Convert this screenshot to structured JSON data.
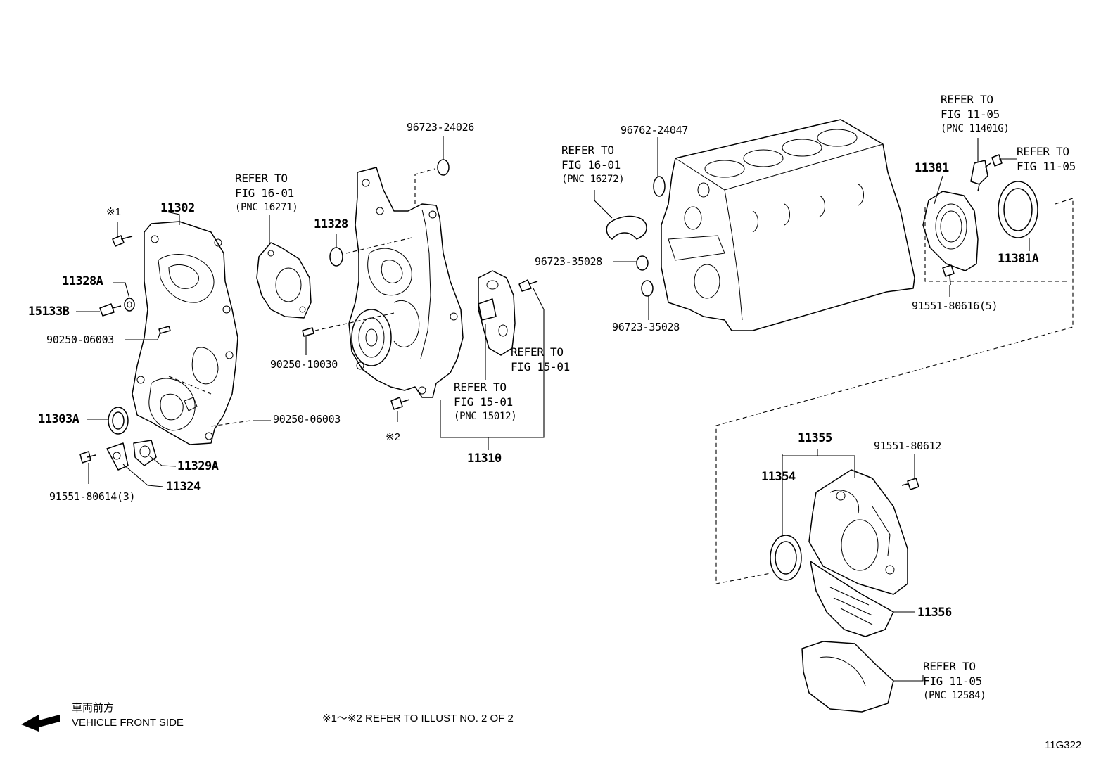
{
  "part_numbers": {
    "p11302": "11302",
    "p11328A": "11328A",
    "p15133B": "15133B",
    "p90250_06003_a": "90250-06003",
    "p11303A": "11303A",
    "p11329A": "11329A",
    "p11324": "11324",
    "p91551_80614": "91551-80614(3)",
    "p11328": "11328",
    "p90250_10030": "90250-10030",
    "p90250_06003_b": "90250-06003",
    "p96723_24026": "96723-24026",
    "p11310": "11310",
    "p96762_24047": "96762-24047",
    "p96723_35028_a": "96723-35028",
    "p96723_35028_b": "96723-35028",
    "p11381": "11381",
    "p11381A": "11381A",
    "p91551_80616": "91551-80616(5)",
    "p11355": "11355",
    "p11354": "11354",
    "p91551_80612": "91551-80612",
    "p11356": "11356"
  },
  "markers": {
    "m1": "※1",
    "m2": "※2"
  },
  "references": {
    "r16_01_a": {
      "line1": "REFER TO",
      "line2": "FIG 16-01",
      "line3": "(PNC 16271)"
    },
    "r16_01_b": {
      "line1": "REFER TO",
      "line2": "FIG 16-01",
      "line3": "(PNC 16272)"
    },
    "r15_01_a": {
      "line1": "REFER TO",
      "line2": "FIG 15-01",
      "line3": "(PNC 15012)"
    },
    "r15_01_b": {
      "line1": "REFER TO",
      "line2": "FIG 15-01"
    },
    "r11_05_a": {
      "line1": "REFER TO",
      "line2": "FIG 11-05",
      "line3": "(PNC 11401G)"
    },
    "r11_05_b": {
      "line1": "REFER TO",
      "line2": "FIG 11-05"
    },
    "r11_05_c": {
      "line1": "REFER TO",
      "line2": "FIG 11-05",
      "line3": "(PNC 12584)"
    }
  },
  "footer": {
    "front_jp": "車両前方",
    "front_en": "VEHICLE FRONT SIDE",
    "note": "※1～※2  REFER TO ILLUST NO. 2 OF 2",
    "illustration_id": "11G322"
  }
}
